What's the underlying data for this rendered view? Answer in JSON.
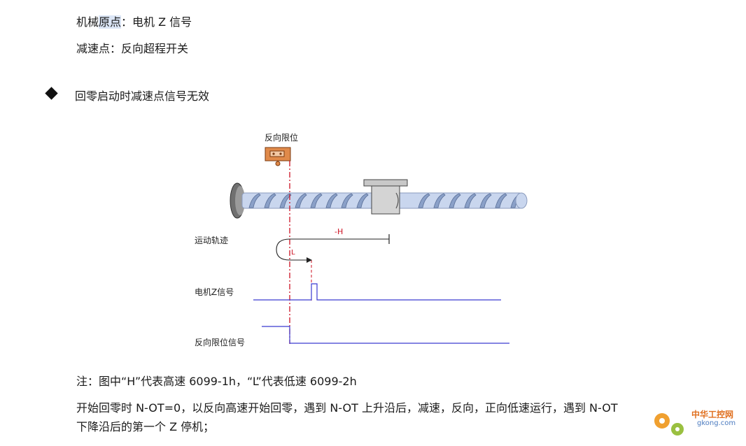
{
  "doc": {
    "line1_prefix": "机械",
    "line1_highlight": "原点",
    "line1_suffix": "：电机 Z 信号",
    "line2": "减速点：反向超程开关",
    "bullet_heading": "回零启动时减速点信号无效",
    "note": "注：图中“H”代表高速 6099-1h，“L”代表低速 6099-2h",
    "para_line1": "开始回零时 N-OT=0，以反向高速开始回零，遇到 N-OT 上升沿后，减速，反向，正向低速运行，遇到 N-OT",
    "para_line2": "下降沿后的第一个 Z 停机；"
  },
  "diagram": {
    "limit_switch_label": "反向限位",
    "trajectory_label": "运动轨迹",
    "high_speed_label": "-H",
    "low_speed_label": "L",
    "z_signal_label": "电机Z信号",
    "limit_signal_label": "反向限位信号",
    "colors": {
      "signal": "#3a3ad0",
      "limit_line": "#cc1122",
      "switch_body": "#e08a4a",
      "screw": "#b8c8e8"
    }
  },
  "watermark": {
    "name": "中华工控网",
    "url": "gkong.com"
  }
}
